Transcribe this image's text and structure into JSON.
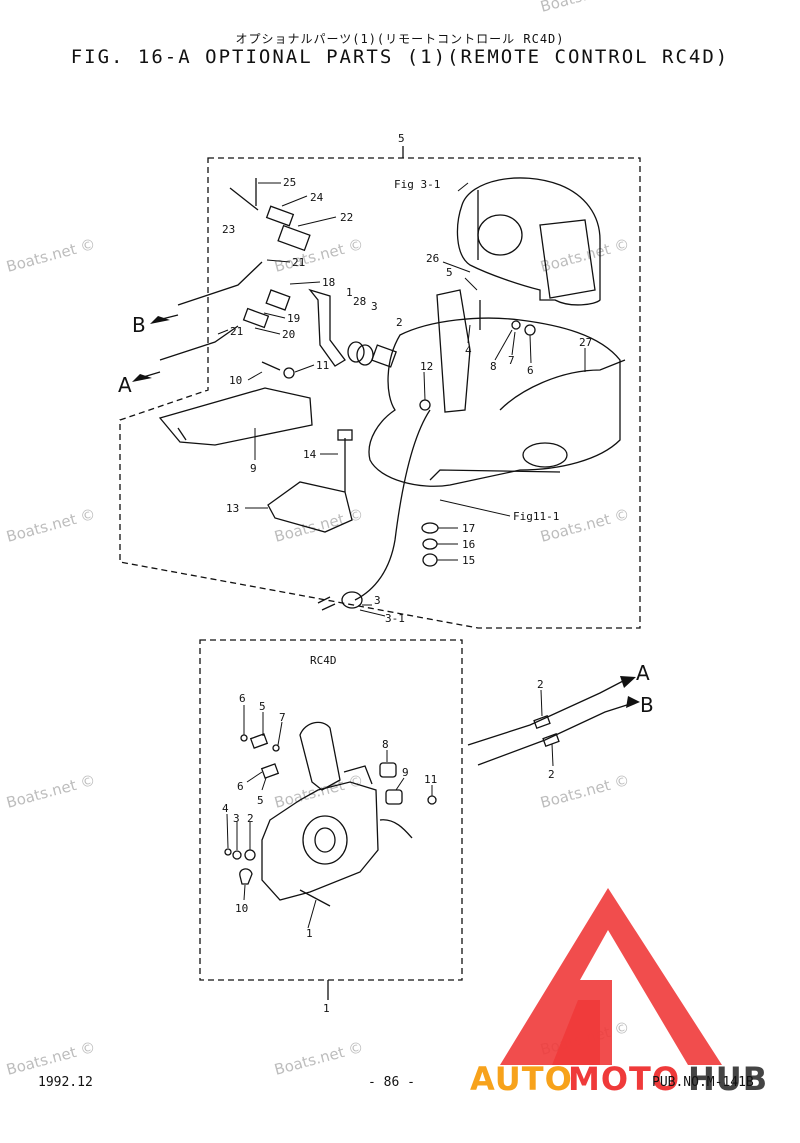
{
  "header": {
    "japanese_title": "オプショナルパーツ(1)(リモートコントロール RC4D)",
    "title": "FIG. 16-A OPTIONAL PARTS (1)(REMOTE CONTROL RC4D)"
  },
  "upper_assembly": {
    "group_number": "5",
    "callouts": [
      "25",
      "24",
      "23",
      "22",
      "21",
      "21",
      "18",
      "1",
      "28",
      "3",
      "2",
      "19",
      "20",
      "10",
      "11",
      "9",
      "14",
      "13",
      "26",
      "5",
      "4",
      "8",
      "7",
      "6",
      "12",
      "27",
      "17",
      "16",
      "15",
      "3",
      "3-1"
    ],
    "references": [
      "Fig 3-1",
      "Fig11-1"
    ],
    "arrow_a": "A",
    "arrow_b": "B"
  },
  "lower_assembly": {
    "group_number": "1",
    "model": "RC4D",
    "callouts": [
      "6",
      "5",
      "7",
      "8",
      "9",
      "11",
      "6",
      "5",
      "4",
      "3",
      "2",
      "10",
      "1"
    ],
    "cable_callouts": [
      "2",
      "2"
    ],
    "arrow_a": "A",
    "arrow_b": "B"
  },
  "watermark": "Boats.net ©",
  "brand": {
    "name_auto": "AUTO",
    "name_moto": "MOTO",
    "name_hub": "HUB",
    "colors": {
      "red": "#ef3a3a",
      "orange": "#f7a21b",
      "gray": "#444444"
    }
  },
  "footer": {
    "date": "1992.12",
    "page": "- 86 -",
    "pub": "PUB.NO.M-141B"
  }
}
